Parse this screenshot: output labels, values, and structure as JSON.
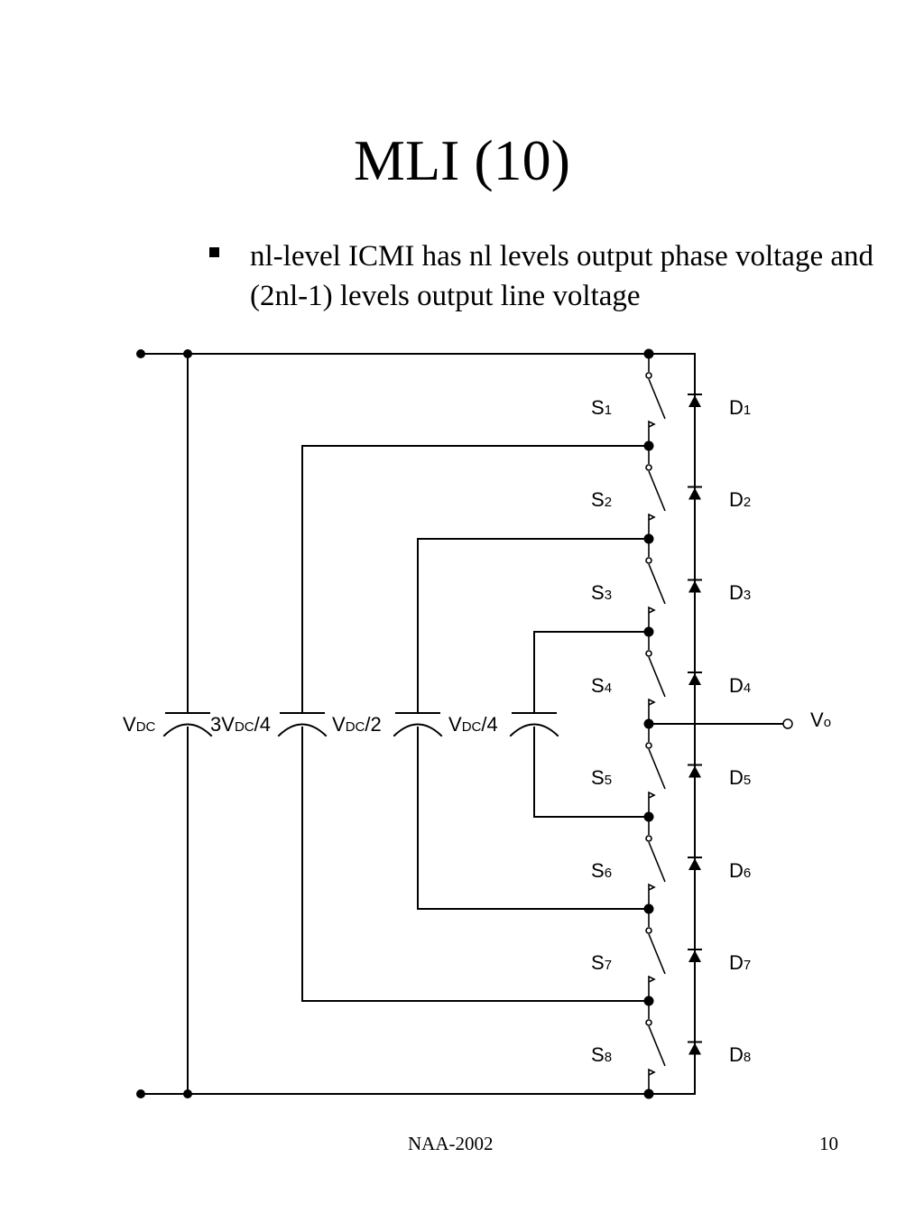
{
  "slide": {
    "title": "MLI (10)",
    "bullet": "nl-level ICMI has nl levels output phase voltage and (2nl-1) levels output line voltage",
    "footer_center": "NAA-2002",
    "footer_page": "10"
  },
  "diagram": {
    "capacitors": [
      {
        "main": "V",
        "sub": "DC",
        "tail": "",
        "pre": ""
      },
      {
        "main": "V",
        "sub": "DC",
        "tail": "/4",
        "pre": "3"
      },
      {
        "main": "V",
        "sub": "DC",
        "tail": "/2",
        "pre": ""
      },
      {
        "main": "V",
        "sub": "DC",
        "tail": "/4",
        "pre": ""
      }
    ],
    "switches": [
      {
        "main": "S",
        "sub": "1"
      },
      {
        "main": "S",
        "sub": "2"
      },
      {
        "main": "S",
        "sub": "3"
      },
      {
        "main": "S",
        "sub": "4"
      },
      {
        "main": "S",
        "sub": "5"
      },
      {
        "main": "S",
        "sub": "6"
      },
      {
        "main": "S",
        "sub": "7"
      },
      {
        "main": "S",
        "sub": "8"
      }
    ],
    "diodes": [
      {
        "main": "D",
        "sub": "1"
      },
      {
        "main": "D",
        "sub": "2"
      },
      {
        "main": "D",
        "sub": "3"
      },
      {
        "main": "D",
        "sub": "4"
      },
      {
        "main": "D",
        "sub": "5"
      },
      {
        "main": "D",
        "sub": "6"
      },
      {
        "main": "D",
        "sub": "7"
      },
      {
        "main": "D",
        "sub": "8"
      }
    ],
    "output": {
      "main": "V",
      "sub": "o"
    }
  }
}
